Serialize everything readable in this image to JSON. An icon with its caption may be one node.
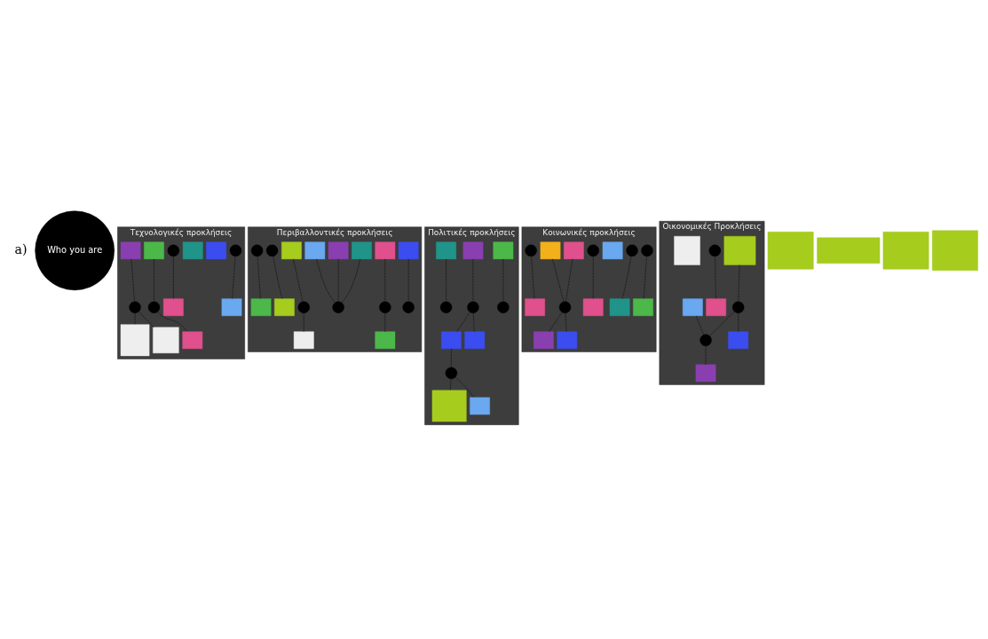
{
  "diagram": {
    "nodes": [
      {
        "text": [
          "Who you are"
        ]
      },
      {
        "text": [
          "Τεχνολογικές προκλήσεις"
        ]
      },
      {
        "text": [
          "Περιβαλλοντικές προκλήσεις"
        ]
      },
      {
        "text": [
          "Πολιτικές προκλήσεις"
        ]
      },
      {
        "text": [
          "Κοινωνικές προκλήσεις"
        ]
      },
      {
        "text": [
          "Οικονομικές Προκλήσεις"
        ]
      },
      {
        "text": [],
        "shape": "circle",
        "in": 1
      },
      {
        "text": [],
        "shape": "box",
        "in": 1
      },
      {
        "text": [],
        "shape": "box",
        "in": 1
      },
      {
        "text": [],
        "shape": "box",
        "in": 1
      },
      {
        "text": [],
        "shape": "box",
        "in": 1
      },
      {
        "text": [],
        "shape": "circle",
        "in": 1
      },
      {
        "text": [],
        "shape": "box",
        "in": 1
      },
      {
        "text": [],
        "shape": "box",
        "in": 1
      },
      {
        "text": [],
        "shape": "circle",
        "in": 1
      },
      {
        "text": [],
        "shape": "box",
        "in": 1
      },
      {
        "text": [],
        "shape": "box",
        "in": 1
      },
      {
        "text": [],
        "shape": "circle",
        "in": 1
      },
      {
        "text": [],
        "shape": "box",
        "in": 1
      },
      {
        "text": [],
        "shape": "box",
        "in": 2
      },
      {
        "text": [],
        "shape": "circle",
        "in": 2
      },
      {
        "text": [],
        "shape": "box",
        "in": 2
      },
      {
        "text": [],
        "shape": "circle",
        "in": 2
      },
      {
        "text": [],
        "shape": "box",
        "in": 2
      },
      {
        "text": [],
        "shape": "box",
        "in": 2
      },
      {
        "text": [],
        "shape": "box",
        "in": 2
      },
      {
        "text": [],
        "shape": "box",
        "in": 2
      },
      {
        "text": [],
        "shape": "box",
        "in": 2
      },
      {
        "text": [],
        "shape": "circle",
        "in": 2
      },
      {
        "text": [],
        "shape": "circle",
        "in": 2
      },
      {
        "text": [],
        "shape": "circle",
        "in": 2
      },
      {
        "text": [],
        "shape": "box",
        "in": 2
      },
      {
        "text": [],
        "shape": "box",
        "in": 2
      },
      {
        "text": [],
        "shape": "circle",
        "in": 2
      },
      {
        "text": [],
        "shape": "box",
        "in": 2
      },
      {
        "text": [],
        "shape": "box",
        "in": 3
      },
      {
        "text": [],
        "shape": "circle",
        "in": 3
      },
      {
        "text": [],
        "shape": "box",
        "in": 3
      },
      {
        "text": [],
        "shape": "circle",
        "in": 3
      },
      {
        "text": [],
        "shape": "box",
        "in": 3
      },
      {
        "text": [],
        "shape": "box",
        "in": 3
      },
      {
        "text": [],
        "shape": "circle",
        "in": 3
      },
      {
        "text": [],
        "shape": "box",
        "in": 3
      },
      {
        "text": [],
        "shape": "box",
        "in": 3
      },
      {
        "text": [],
        "shape": "box",
        "in": 3
      },
      {
        "text": [],
        "shape": "circle",
        "in": 3
      },
      {
        "text": [],
        "shape": "box",
        "in": 5
      },
      {
        "text": [],
        "shape": "circle",
        "in": 5
      },
      {
        "text": [],
        "shape": "box",
        "in": 5
      },
      {
        "text": [],
        "shape": "circle",
        "in": 5
      },
      {
        "text": [],
        "shape": "box",
        "in": 5
      },
      {
        "text": [],
        "shape": "circle",
        "in": 5
      },
      {
        "text": [],
        "shape": "box",
        "in": 5
      },
      {
        "text": [],
        "shape": "box",
        "in": 5
      },
      {
        "text": [],
        "shape": "box",
        "in": 5
      },
      {
        "text": [],
        "shape": "circle",
        "in": 4
      },
      {
        "text": [],
        "shape": "circle",
        "in": 4
      },
      {
        "text": [],
        "shape": "box",
        "in": 4
      },
      {
        "text": [],
        "shape": "box",
        "in": 4
      },
      {
        "text": [],
        "shape": "box",
        "in": 4
      },
      {
        "text": [],
        "shape": "circle",
        "in": 4
      },
      {
        "text": [],
        "shape": "box",
        "in": 4
      },
      {
        "text": [],
        "shape": "box",
        "in": 4
      },
      {
        "text": [],
        "shape": "box",
        "in": 4
      },
      {
        "text": [],
        "shape": "circle",
        "in": 4
      },
      {
        "text": [],
        "shape": "circle",
        "in": 4
      },
      {
        "text": [],
        "shape": "box",
        "in": 4
      },
      {
        "text": [],
        "shape": "box",
        "in": 4
      },
      {
        "text": [],
        "shape": "box",
        "in": 4
      },
      {
        "text": [],
        "shape": "box"
      },
      {
        "text": [],
        "shape": "box"
      },
      {
        "text": [],
        "shape": "box"
      },
      {
        "text": [],
        "shape": "box"
      }
    ],
    "edges": [
      {
        "from": 6,
        "to": 7,
        "arrow": "none",
        "style": "dashed"
      },
      {
        "from": 11,
        "to": 8,
        "arrow": "none",
        "style": "dashed"
      },
      {
        "from": 13,
        "to": 14,
        "arrow": "none",
        "style": "dashed"
      },
      {
        "from": 14,
        "to": 12,
        "arrow": "none",
        "style": "dashed"
      },
      {
        "from": 16,
        "to": 17,
        "arrow": "none",
        "style": "dashed"
      },
      {
        "from": 17,
        "to": 15,
        "arrow": "none",
        "style": "dashed"
      },
      {
        "from": 17,
        "to": 18,
        "arrow": "none",
        "style": "dashed"
      },
      {
        "from": 19,
        "to": 20,
        "arrow": "none",
        "style": "dashed"
      },
      {
        "from": 21,
        "to": 22,
        "arrow": "none",
        "style": "dashed"
      },
      {
        "from": 22,
        "to": 25,
        "arrow": "none",
        "style": "dashed"
      },
      {
        "from": 23,
        "to": 29,
        "arrow": "none",
        "style": "dashed"
      },
      {
        "from": 24,
        "to": 29,
        "arrow": "none",
        "style": "dashed"
      },
      {
        "from": 28,
        "to": 31,
        "arrow": "none",
        "style": "dashed"
      },
      {
        "from": 32,
        "to": 29,
        "arrow": "none",
        "style": "dashed"
      },
      {
        "from": 26,
        "to": 30,
        "arrow": "none",
        "style": "dashed"
      },
      {
        "from": 30,
        "to": 27,
        "arrow": "none",
        "style": "dashed"
      },
      {
        "from": 33,
        "to": 34,
        "arrow": "none",
        "style": "dashed"
      },
      {
        "from": 35,
        "to": 36,
        "arrow": "none",
        "style": "dashed"
      },
      {
        "from": 37,
        "to": 38,
        "arrow": "none",
        "style": "dashed"
      },
      {
        "from": 38,
        "to": 39,
        "arrow": "none",
        "style": "dashed"
      },
      {
        "from": 38,
        "to": 40,
        "arrow": "none",
        "style": "dashed"
      },
      {
        "from": 39,
        "to": 41,
        "arrow": "none",
        "style": "dashed"
      },
      {
        "from": 41,
        "to": 42,
        "arrow": "none",
        "style": "dashed"
      },
      {
        "from": 41,
        "to": 43,
        "arrow": "none",
        "style": "dashed"
      },
      {
        "from": 44,
        "to": 45,
        "arrow": "none",
        "style": "dashed"
      },
      {
        "from": 47,
        "to": 48,
        "arrow": "none",
        "style": "dashed"
      },
      {
        "from": 46,
        "to": 49,
        "arrow": "none",
        "style": "dashed"
      },
      {
        "from": 49,
        "to": 50,
        "arrow": "none",
        "style": "dashed"
      },
      {
        "from": 49,
        "to": 51,
        "arrow": "none",
        "style": "dashed"
      },
      {
        "from": 51,
        "to": 52,
        "arrow": "none",
        "style": "dashed"
      },
      {
        "from": 53,
        "to": 51,
        "arrow": "none",
        "style": "dashed"
      },
      {
        "from": 55,
        "to": 57,
        "arrow": "none",
        "style": "dashed"
      },
      {
        "from": 56,
        "to": 59,
        "arrow": "none",
        "style": "dashed"
      },
      {
        "from": 60,
        "to": 62,
        "arrow": "none",
        "style": "dashed"
      },
      {
        "from": 61,
        "to": 64,
        "arrow": "none",
        "style": "dashed"
      },
      {
        "from": 63,
        "to": 64,
        "arrow": "none",
        "style": "dashed"
      },
      {
        "from": 64,
        "to": 66,
        "arrow": "none",
        "style": "dashed"
      },
      {
        "from": 64,
        "to": 67,
        "arrow": "none",
        "style": "dashed"
      },
      {
        "from": 65,
        "to": 68,
        "arrow": "none",
        "style": "dashed"
      }
    ],
    "labels": [
      "a)"
    ]
  }
}
